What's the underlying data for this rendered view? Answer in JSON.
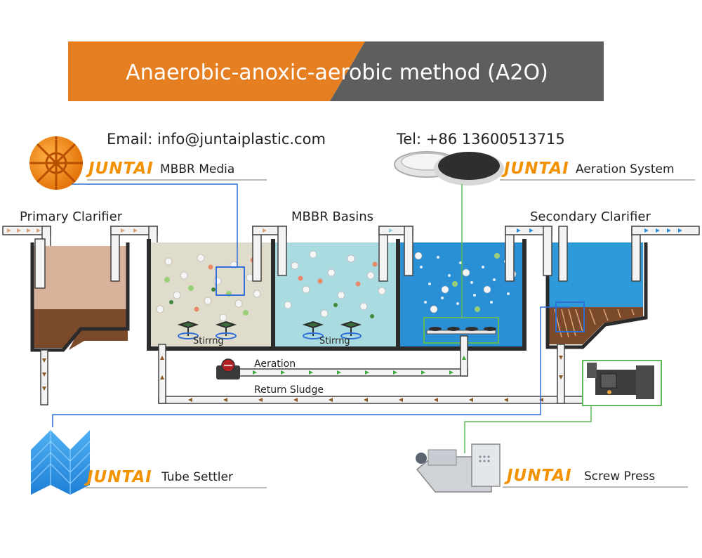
{
  "title": "Anaerobic-anoxic-aerobic method (A2O)",
  "contact": {
    "email": "Email: info@juntaiplastic.com",
    "tel": "Tel: +86 13600513715"
  },
  "brand": "JUNTAI",
  "products": {
    "mbbr_media": "MBBR Media",
    "aeration_system": "Aeration System",
    "tube_settler": "Tube Settler",
    "screw_press": "Screw Press"
  },
  "sections": {
    "primary_clarifier": "Primary Clarifier",
    "mbbr_basins": "MBBR Basins",
    "secondary_clarifier": "Secondary Clarifier"
  },
  "labels": {
    "stirring_1": "Stirrng",
    "stirring_2": "Stirrng",
    "aeration": "Aeration",
    "return_sludge": "Return Sludge"
  },
  "icons": {
    "mbbr_media": "mbbr-media-icon",
    "aeration_disc": "aeration-disc-icon",
    "tube_settler": "tube-settler-icon",
    "screw_press": "screw-press-icon",
    "sludge_dewatering_machine": "dewatering-machine-icon",
    "air_blower": "air-blower-icon",
    "stirrer": "stirrer-icon"
  },
  "colors": {
    "banner_orange": "#e67e22",
    "banner_grey": "#5e5e5e",
    "brand_orange": "#f39200",
    "primary_water": "#d9b29c",
    "primary_sludge": "#7a4a2b",
    "anaerobic_water": "#e0dccb",
    "anoxic_water": "#a9dbe0",
    "aerobic_water": "#2b8fd6",
    "secondary_water": "#2f9ad9",
    "tank_wall": "#2b2b2b",
    "callout_blue": "#2f6fd8",
    "callout_green": "#5fb85a",
    "flow_brown": "#8b5a2b",
    "flow_blue": "#2f8fd8",
    "flow_green": "#3caa3c"
  }
}
